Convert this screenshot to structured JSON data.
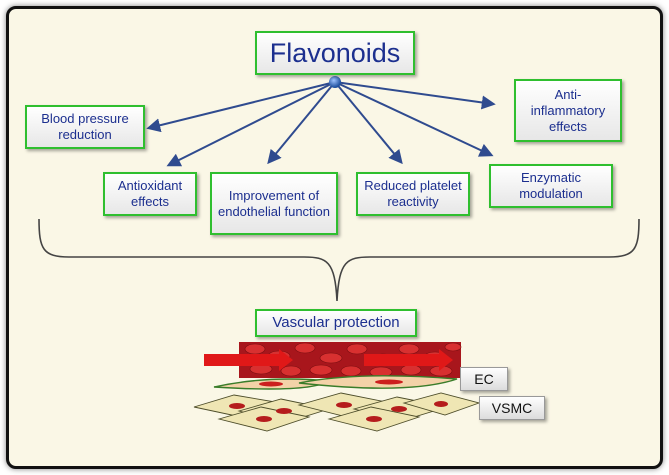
{
  "title": "Flavonoids",
  "effects": {
    "blood_pressure": "Blood pressure reduction",
    "anti_inflammatory": "Anti-inflammatory effects",
    "antioxidant": "Antioxidant effects",
    "endothelial": "Improvement of endothelial function",
    "platelet": "Reduced platelet reactivity",
    "enzymatic": "Enzymatic modulation"
  },
  "outcome": "Vascular protection",
  "cell_labels": {
    "ec": "EC",
    "vsmc": "VSMC"
  },
  "colors": {
    "box_border": "#2fbf2f",
    "text": "#1c2f8f",
    "arrow": "#2f4b8f",
    "blood": "#c0282a"
  }
}
